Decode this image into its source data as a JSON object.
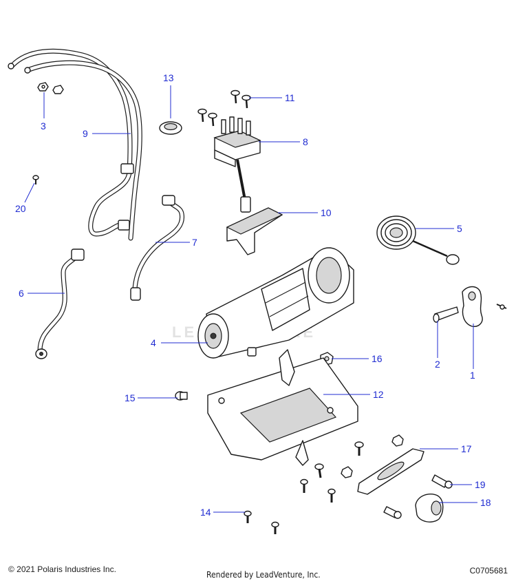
{
  "watermark": "LEADVENTURE",
  "footer": {
    "copyright": "© 2021 Polaris Industries Inc.",
    "rendered_by": "Rendered by LeadVenture, Inc.",
    "drawing_number": "C0705681"
  },
  "callouts": {
    "c1": "1",
    "c2": "2",
    "c3": "3",
    "c4": "4",
    "c5": "5",
    "c6": "6",
    "c7": "7",
    "c8": "8",
    "c9": "9",
    "c10": "10",
    "c11": "11",
    "c12": "12",
    "c13": "13",
    "c14": "14",
    "c15": "15",
    "c16": "16",
    "c17": "17",
    "c18": "18",
    "c19": "19",
    "c20": "20"
  },
  "colors": {
    "callout": "#1f2bd1",
    "line_art": "#1a1a1a",
    "watermark": "#e2e2e2"
  }
}
